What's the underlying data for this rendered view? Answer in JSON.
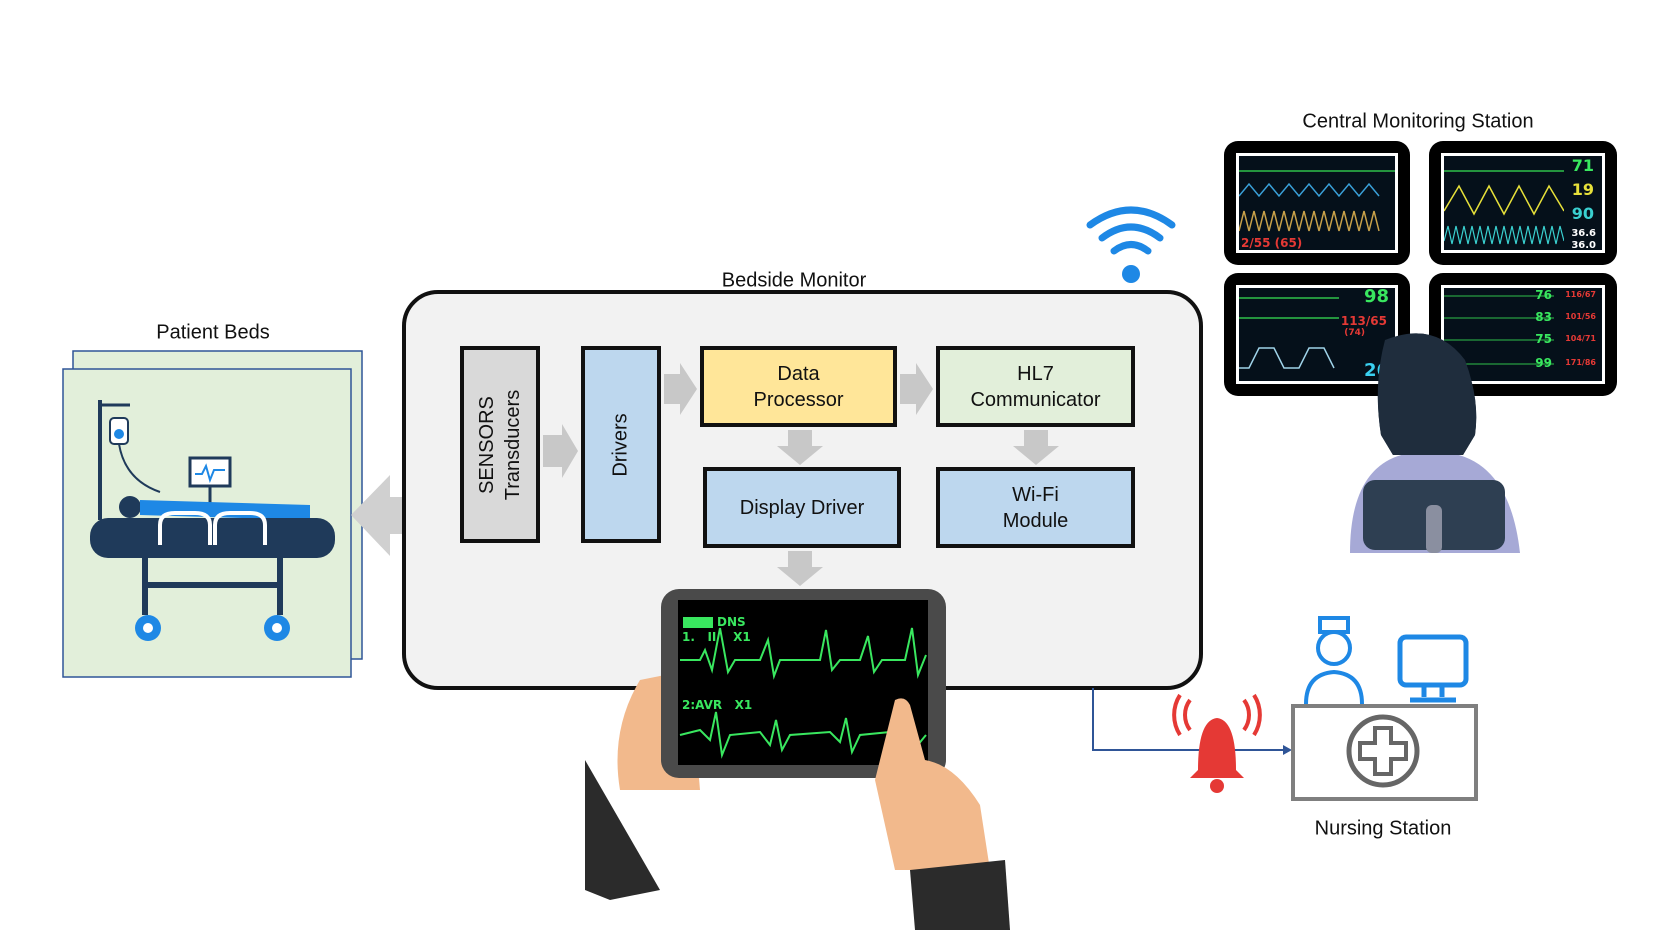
{
  "labels": {
    "patient_beds": "Patient Beds",
    "bedside_monitor": "Bedside Monitor",
    "central_station": "Central Monitoring Station",
    "nursing_station": "Nursing Station"
  },
  "blocks": {
    "sensors": "SENSORS\nTransducers",
    "drivers": "Drivers",
    "data_processor": "Data\nProcessor",
    "hl7": "HL7\nCommunicator",
    "display_driver": "Display Driver",
    "wifi_module": "Wi-Fi\nModule"
  },
  "colors": {
    "sensors": "#d9d9d9",
    "drivers": "#bdd7ee",
    "data_processor": "#ffe699",
    "hl7": "#e2efda",
    "display_driver": "#bdd7ee",
    "wifi_module": "#bdd7ee",
    "bed_card": "#e2efda",
    "accent_blue": "#1e88e5",
    "alarm_red": "#e53935",
    "arrow_gray": "#c8c8c8"
  },
  "tablet": {
    "status": "DNS",
    "lead1": "1.   II    X1",
    "lead2": "2:AVR   X1"
  },
  "central_monitors": {
    "m1": {
      "bp": "2/55 (65)"
    },
    "m2": {
      "hr": "71",
      "rr": "19",
      "spo2": "90",
      "t1": "36.6",
      "t2": "36.0"
    },
    "m3": {
      "spo2": "98",
      "bp": "113/65",
      "map": "(74)",
      "rr": "26"
    },
    "m4": {
      "v1": "76",
      "v2": "83",
      "v3": "75",
      "v4": "99",
      "b1": "116/67",
      "b2": "101/56",
      "b3": "104/71",
      "b4": "171/86"
    }
  }
}
